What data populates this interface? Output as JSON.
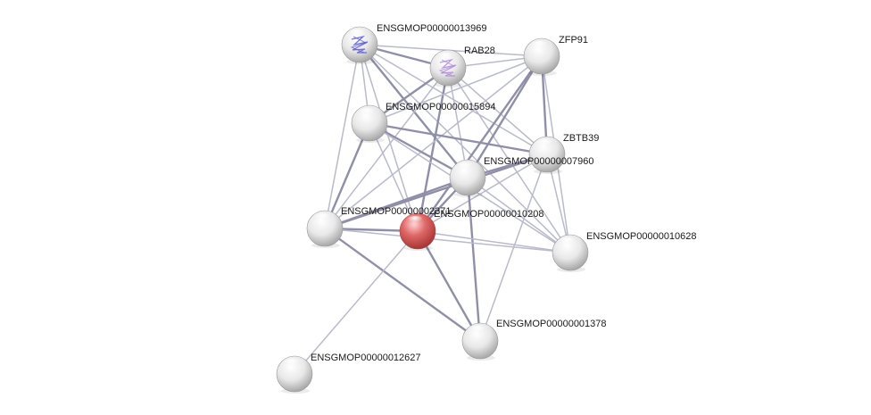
{
  "colors": {
    "background": "#ffffff",
    "edge_strong": "#8f90a8",
    "edge_light": "#b9bacb",
    "node_default": "#e6e6e6",
    "node_query": "#e06060",
    "label_text": "#1a1a1a",
    "structure_blue": "#5a5ad0",
    "structure_purple": "#b08ad8"
  },
  "network": {
    "nodes": [
      {
        "id": "n13969",
        "label": "ENSGMOP00000013969",
        "query": false,
        "structure": "blue"
      },
      {
        "id": "rab28",
        "label": "RAB28",
        "query": false,
        "structure": "purple"
      },
      {
        "id": "zfp91",
        "label": "ZFP91",
        "query": false,
        "structure": ""
      },
      {
        "id": "n15894",
        "label": "ENSGMOP00000015894",
        "query": false,
        "structure": ""
      },
      {
        "id": "zbtb39",
        "label": "ZBTB39",
        "query": false,
        "structure": ""
      },
      {
        "id": "n07960",
        "label": "ENSGMOP00000007960",
        "query": false,
        "structure": ""
      },
      {
        "id": "n02371",
        "label": "ENSGMOP00000002371",
        "query": false,
        "structure": ""
      },
      {
        "id": "n10208",
        "label": "ENSGMOP00000010208",
        "query": true,
        "structure": ""
      },
      {
        "id": "n10628",
        "label": "ENSGMOP00000010628",
        "query": false,
        "structure": ""
      },
      {
        "id": "n01378",
        "label": "ENSGMOP00000001378",
        "query": false,
        "structure": ""
      },
      {
        "id": "n12627",
        "label": "ENSGMOP00000012627",
        "query": false,
        "structure": ""
      }
    ],
    "edges": [
      [
        "n13969",
        "rab28",
        "strong"
      ],
      [
        "n13969",
        "zfp91",
        "light"
      ],
      [
        "n13969",
        "n15894",
        "light"
      ],
      [
        "n13969",
        "n07960",
        "strong"
      ],
      [
        "n13969",
        "zbtb39",
        "light"
      ],
      [
        "n13969",
        "n02371",
        "light"
      ],
      [
        "n13969",
        "n10208",
        "light"
      ],
      [
        "n13969",
        "n10628",
        "light"
      ],
      [
        "rab28",
        "zfp91",
        "light"
      ],
      [
        "rab28",
        "n15894",
        "strong"
      ],
      [
        "rab28",
        "n07960",
        "light"
      ],
      [
        "rab28",
        "zbtb39",
        "light"
      ],
      [
        "rab28",
        "n02371",
        "light"
      ],
      [
        "rab28",
        "n10208",
        "strong"
      ],
      [
        "rab28",
        "n10628",
        "light"
      ],
      [
        "zfp91",
        "n15894",
        "light"
      ],
      [
        "zfp91",
        "zbtb39",
        "strong"
      ],
      [
        "zfp91",
        "n07960",
        "strong"
      ],
      [
        "zfp91",
        "n02371",
        "light"
      ],
      [
        "zfp91",
        "n10208",
        "strong"
      ],
      [
        "zfp91",
        "n10628",
        "light"
      ],
      [
        "n15894",
        "zbtb39",
        "strong"
      ],
      [
        "n15894",
        "n07960",
        "strong"
      ],
      [
        "n15894",
        "n02371",
        "strong"
      ],
      [
        "n15894",
        "n10208",
        "light"
      ],
      [
        "n15894",
        "n10628",
        "light"
      ],
      [
        "zbtb39",
        "n07960",
        "strong"
      ],
      [
        "zbtb39",
        "n02371",
        "strong"
      ],
      [
        "zbtb39",
        "n10208",
        "light"
      ],
      [
        "zbtb39",
        "n10628",
        "light"
      ],
      [
        "zbtb39",
        "n01378",
        "light"
      ],
      [
        "n07960",
        "n02371",
        "strong"
      ],
      [
        "n07960",
        "n10208",
        "strong"
      ],
      [
        "n07960",
        "n10628",
        "light"
      ],
      [
        "n07960",
        "n01378",
        "strong"
      ],
      [
        "n02371",
        "n10208",
        "strong"
      ],
      [
        "n02371",
        "n10628",
        "light"
      ],
      [
        "n02371",
        "n01378",
        "strong"
      ],
      [
        "n10208",
        "n10628",
        "light"
      ],
      [
        "n10208",
        "n01378",
        "strong"
      ],
      [
        "n10208",
        "n12627",
        "light"
      ]
    ]
  }
}
